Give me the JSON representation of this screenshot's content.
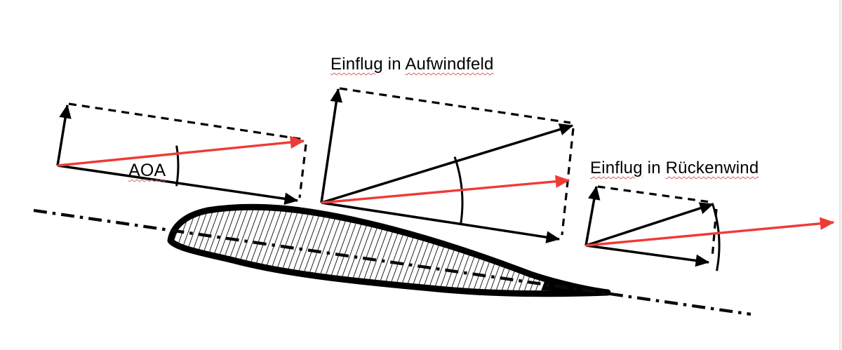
{
  "diagram": {
    "title_updraft": [
      "Einflug",
      "in",
      "Aufwindfeld"
    ],
    "title_tailwind": [
      "Einflug",
      "in",
      "Rückenwind"
    ],
    "aoa_label": "AOA",
    "colors": {
      "vector_red": "#ee3b38",
      "vector_black": "#000000",
      "spellcheck_underline": "#d4605c",
      "page_edge_gray": "#f1f1f1"
    }
  }
}
